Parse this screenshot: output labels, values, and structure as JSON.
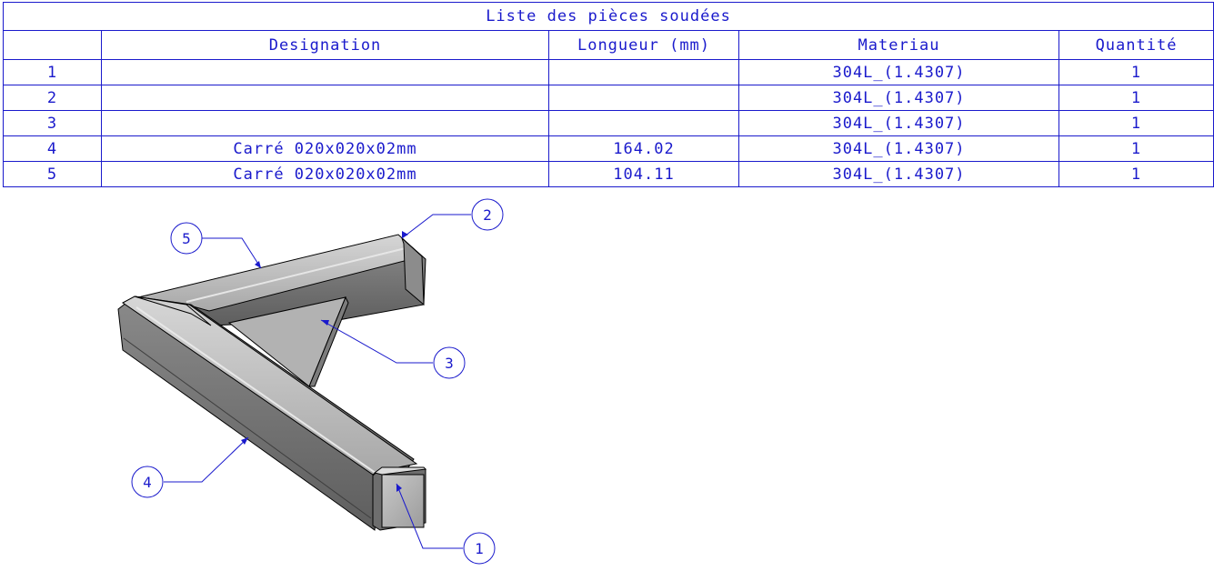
{
  "table": {
    "title": "Liste des pièces soudées",
    "headers": [
      "",
      "Designation",
      "Longueur (mm)",
      "Materiau",
      "Quantité"
    ],
    "rows": [
      {
        "item": "1",
        "designation": "",
        "longueur": "",
        "materiau": "304L_(1.4307)",
        "quantite": "1"
      },
      {
        "item": "2",
        "designation": "",
        "longueur": "",
        "materiau": "304L_(1.4307)",
        "quantite": "1"
      },
      {
        "item": "3",
        "designation": "",
        "longueur": "",
        "materiau": "304L_(1.4307)",
        "quantite": "1"
      },
      {
        "item": "4",
        "designation": "Carré 020x020x02mm",
        "longueur": "164.02",
        "materiau": "304L_(1.4307)",
        "quantite": "1"
      },
      {
        "item": "5",
        "designation": "Carré 020x020x02mm",
        "longueur": "104.11",
        "materiau": "304L_(1.4307)",
        "quantite": "1"
      }
    ]
  },
  "balloons": [
    {
      "label": "1"
    },
    {
      "label": "2"
    },
    {
      "label": "3"
    },
    {
      "label": "4"
    },
    {
      "label": "5"
    }
  ],
  "colors": {
    "annotation": "#1a1acc",
    "part_light": "#c4c4c4",
    "part_mid": "#9a9a9a",
    "part_dark": "#6e6e6e",
    "outline": "#000000"
  }
}
